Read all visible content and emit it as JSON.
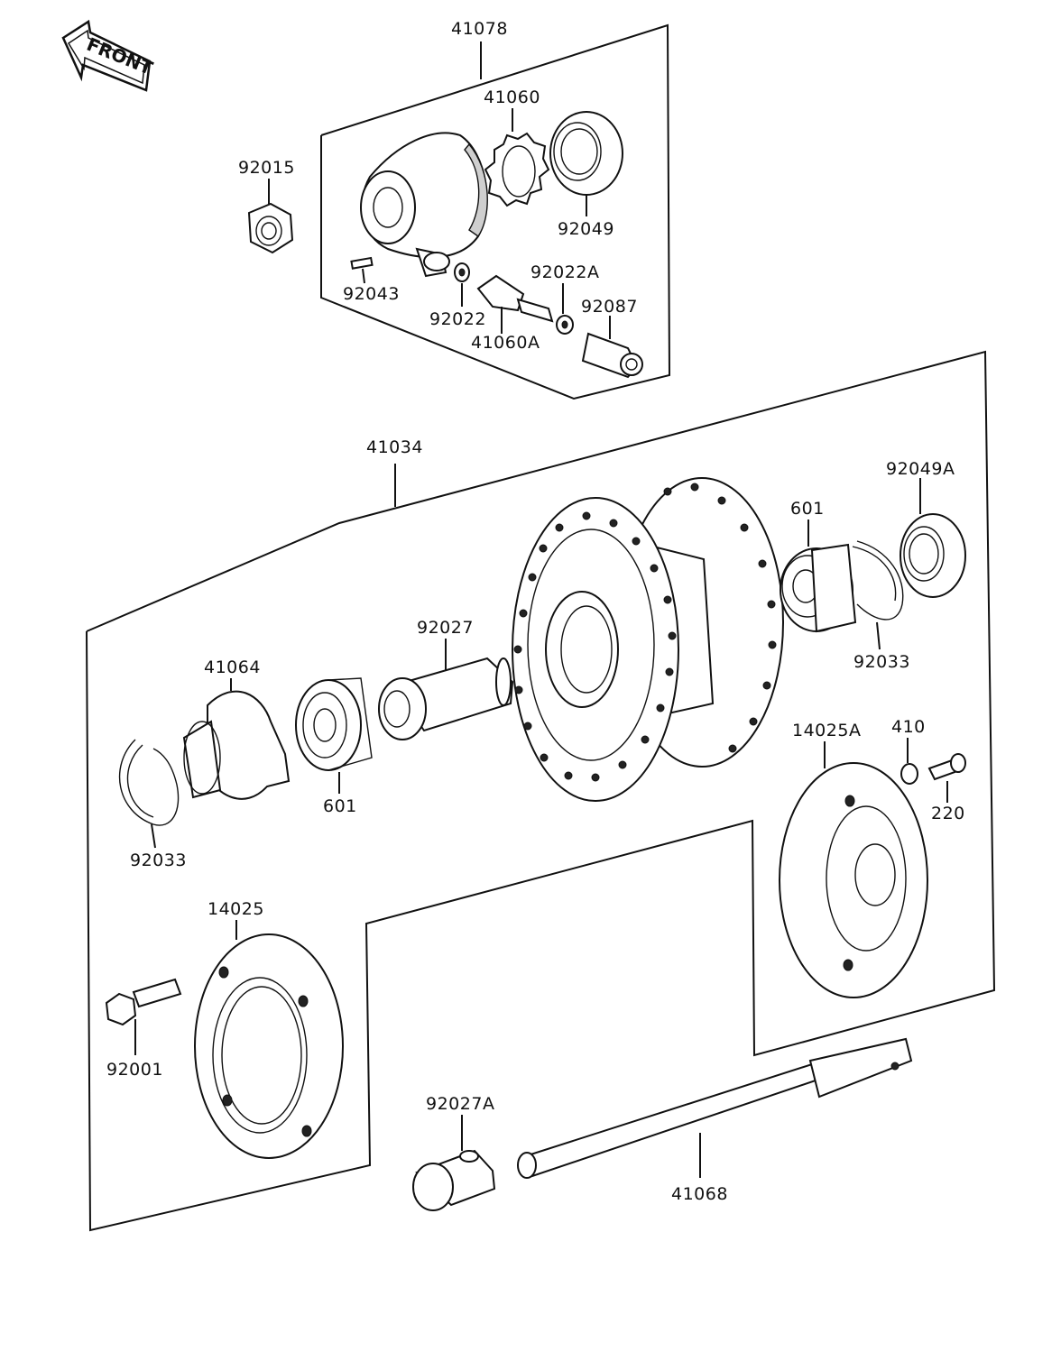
{
  "front_badge": "FRONT",
  "callouts": {
    "p41078": "41078",
    "p41060": "41060",
    "p92049": "92049",
    "p92015": "92015",
    "p92043": "92043",
    "p92022": "92022",
    "p92022A": "92022A",
    "p92087": "92087",
    "p41060A": "41060A",
    "p41034": "41034",
    "p92049A": "92049A",
    "p601a": "601",
    "p92033a": "92033",
    "p92027": "92027",
    "p41064": "41064",
    "p601b": "601",
    "p92033b": "92033",
    "p14025A": "14025A",
    "p410": "410",
    "p220": "220",
    "p14025": "14025",
    "p92001": "92001",
    "p92027A": "92027A",
    "p41068": "41068"
  }
}
